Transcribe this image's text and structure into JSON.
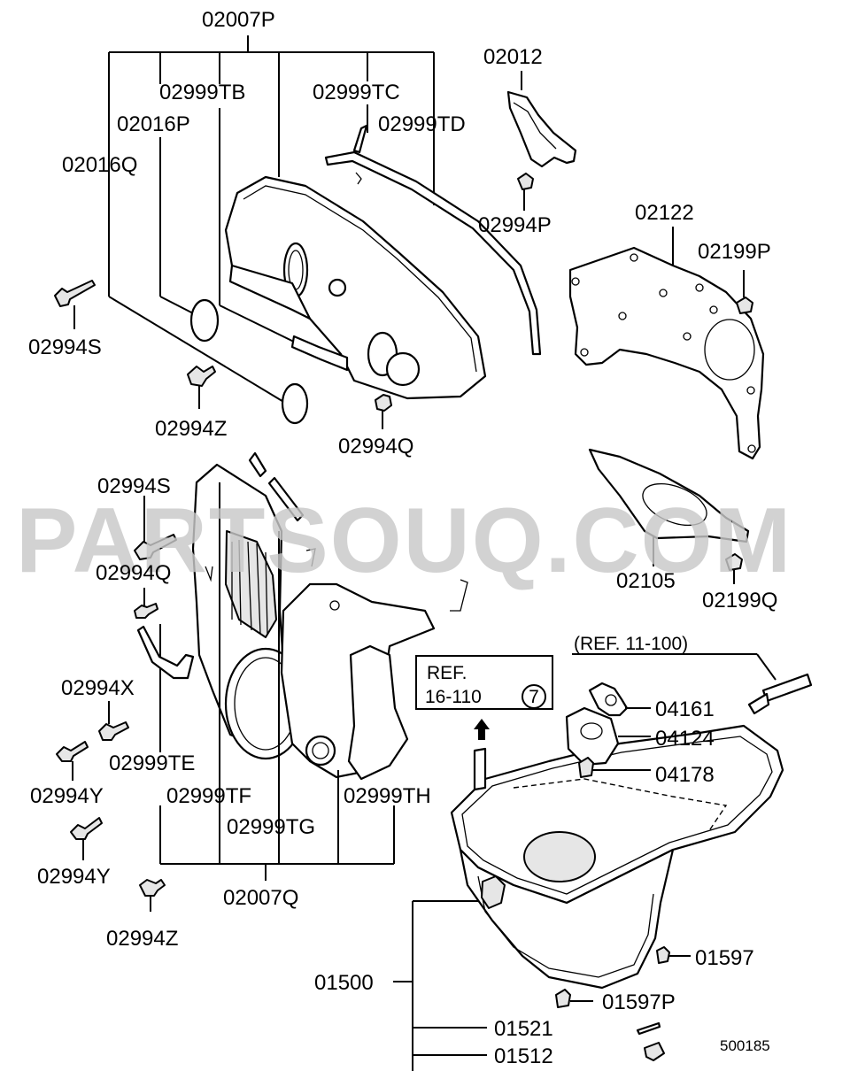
{
  "diagram": {
    "watermark": "PARTSOUQ.COM",
    "figure_number": "500185",
    "ref_box": {
      "line1": "REF.",
      "line2": "16-110",
      "circled": "7"
    },
    "ref_note": "(REF. 11-100)",
    "labels": {
      "p02007P": "02007P",
      "p02999TB": "02999TB",
      "p02999TC": "02999TC",
      "p02016P": "02016P",
      "p02999TD": "02999TD",
      "p02016Q": "02016Q",
      "p02012": "02012",
      "p02994P": "02994P",
      "p02122": "02122",
      "p02199P": "02199P",
      "p02994S_top": "02994S",
      "p02994Z_top": "02994Z",
      "p02994Q_top": "02994Q",
      "p02994S_mid": "02994S",
      "p02994Q_mid": "02994Q",
      "p02105": "02105",
      "p02199Q": "02199Q",
      "p04161": "04161",
      "p04124": "04124",
      "p04178": "04178",
      "p02994X": "02994X",
      "p02999TE": "02999TE",
      "p02994Y_a": "02994Y",
      "p02999TF": "02999TF",
      "p02999TH": "02999TH",
      "p02999TG": "02999TG",
      "p02994Y_b": "02994Y",
      "p02007Q": "02007Q",
      "p02994Z_bot": "02994Z",
      "p01597": "01597",
      "p01500": "01500",
      "p01597P": "01597P",
      "p01521": "01521",
      "p01512": "01512"
    }
  }
}
